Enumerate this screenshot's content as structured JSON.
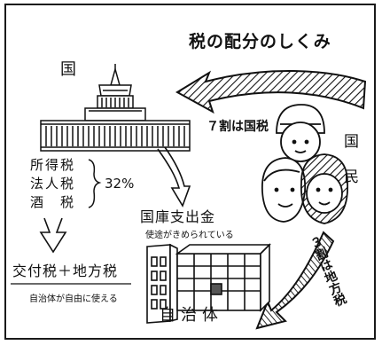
{
  "title": "税の配分のしくみ",
  "labels": {
    "kuni": "国",
    "nanawari": "７割は国税",
    "kokumin_1": "国",
    "kokumin_2": "民",
    "pct": "32%",
    "kokko": "国庫支出金",
    "shito": "使途がきめられている",
    "kofu": "交付税＋地方税",
    "jiyu": "自治体が自由に使える",
    "jichitai": "自治体",
    "sanwari": "３割は地方税"
  },
  "tax_items": [
    "所得税",
    "法人税",
    "酒　税"
  ],
  "icons": {
    "building": "national-diet-building-icon",
    "people": "citizens-icon",
    "city_hall": "city-hall-icon"
  }
}
